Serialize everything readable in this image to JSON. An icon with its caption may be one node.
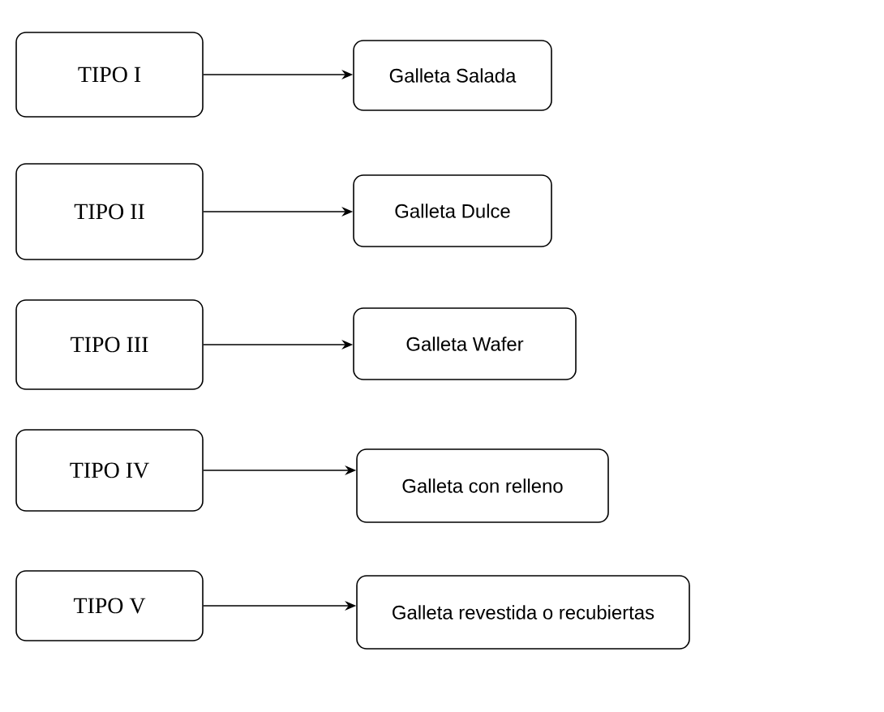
{
  "diagram": {
    "nodes": [
      {
        "text": [
          "TIPO I"
        ]
      },
      {
        "text": [
          "Galleta Salada"
        ]
      },
      {
        "text": [
          "TIPO II"
        ]
      },
      {
        "text": [
          "Galleta Dulce"
        ]
      },
      {
        "text": [
          "TIPO III"
        ]
      },
      {
        "text": [
          "Galleta Wafer"
        ]
      },
      {
        "text": [
          "TIPO IV"
        ]
      },
      {
        "text": [
          "Galleta con relleno"
        ]
      },
      {
        "text": [
          "TIPO V"
        ]
      },
      {
        "text": [
          "Galleta revestida o recubiertas"
        ]
      }
    ],
    "edges": [
      {
        "from": 0,
        "to": 1,
        "arrow": "to"
      },
      {
        "from": 2,
        "to": 3,
        "arrow": "to"
      },
      {
        "from": 4,
        "to": 5,
        "arrow": "to"
      },
      {
        "from": 6,
        "to": 7,
        "arrow": "to"
      },
      {
        "from": 8,
        "to": 9,
        "arrow": "to"
      }
    ]
  }
}
